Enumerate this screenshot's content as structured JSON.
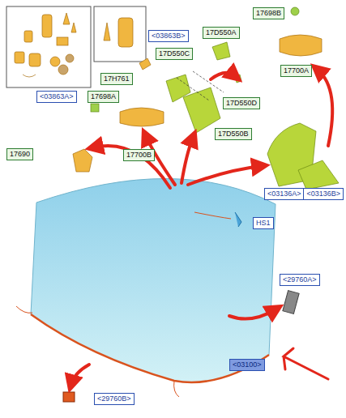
{
  "diagram": {
    "nodes": [
      {
        "text": [
          "<03863A>"
        ]
      },
      {
        "text": [
          "<03863B>"
        ]
      },
      {
        "text": [
          "17698B"
        ]
      },
      {
        "text": [
          "17D550A"
        ]
      },
      {
        "text": [
          "17D550C"
        ]
      },
      {
        "text": [
          "17H761"
        ]
      },
      {
        "text": [
          "17D550D"
        ]
      },
      {
        "text": [
          "17700A"
        ]
      },
      {
        "text": [
          "17698A"
        ]
      },
      {
        "text": [
          "17700B"
        ]
      },
      {
        "text": [
          "17D550B"
        ]
      },
      {
        "text": [
          "17690"
        ]
      },
      {
        "text": [
          "<03136A>"
        ]
      },
      {
        "text": [
          "<03136B>"
        ]
      },
      {
        "text": [
          "HS1"
        ]
      },
      {
        "text": [
          "<29760A>"
        ]
      },
      {
        "text": [
          "<03100>"
        ]
      },
      {
        "text": [
          "<29760B>"
        ]
      }
    ]
  }
}
